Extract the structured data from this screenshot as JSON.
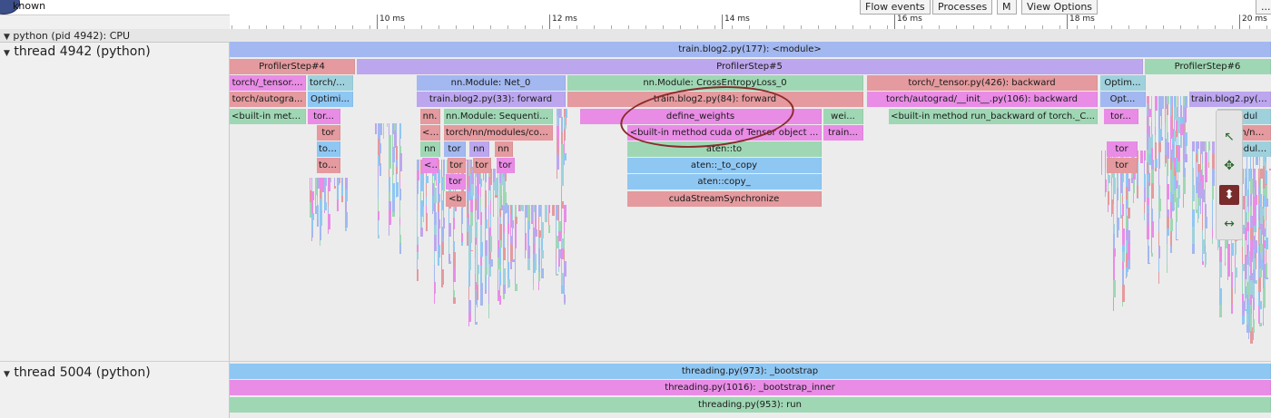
{
  "app": {
    "title": "known"
  },
  "toolbar": {
    "flow_events": "Flow events",
    "processes": "Processes",
    "m": "M",
    "view_options": "View Options",
    "more": "..."
  },
  "ruler": {
    "ticks": [
      "10 ms",
      "12 ms",
      "14 ms",
      "16 ms",
      "18 ms",
      "20 ms"
    ]
  },
  "process": {
    "label": "python (pid 4942): CPU"
  },
  "threads": [
    {
      "label": "thread 4942 (python)"
    },
    {
      "label": "thread 5004 (python)"
    }
  ],
  "thread1_slices": [
    "train.blog2.py(177): <module>",
    "ProfilerStep#4",
    "ProfilerStep#5",
    "ProfilerStep#6",
    "torch/_tensor....",
    "torch/op...",
    "nn.Module: Net_0",
    "nn.Module: CrossEntropyLoss_0",
    "torch/_tensor.py(426): backward",
    "Optim...",
    "torch/autogra...",
    "Optimi...",
    "train.blog2.py(33): forward",
    "train.blog2.py(84): forward",
    "torch/autograd/__init__.py(106): backward",
    "Opt...",
    "train.blog2.py(3...",
    "<built-in metho...",
    "tor...",
    "nn.",
    "nn.Module: Sequential_0",
    "define_weights",
    "wei...",
    "<built-in method run_backward of torch._C...",
    "tor...",
    "<bu",
    "torch/nn/modules/cont...",
    "<built-in method cuda of Tensor object ...",
    "train...",
    "tor",
    "Modul",
    "tor...",
    "tor",
    "nn",
    "nn",
    "nn",
    "aten::to",
    "tor",
    "torch/nn/m",
    "tor...",
    "<b",
    "tor",
    "tor",
    "tor",
    "aten::_to_copy",
    "tor",
    "tor",
    "aten::copy_",
    "<b",
    "cudaStreamSynchronize",
    "Module: N"
  ],
  "thread2_slices": [
    "threading.py(973): _bootstrap",
    "threading.py(1016): _bootstrap_inner",
    "threading.py(953): run"
  ],
  "colors": {
    "blue": "#a3b8f0",
    "pink": "#e49a9e",
    "purple": "#bca6ee",
    "green": "#9fd7b4",
    "magenta": "#e98ce6",
    "teal": "#9fd1dd",
    "skyblue": "#8fc7f3",
    "annotation": "#8b2a2a"
  }
}
